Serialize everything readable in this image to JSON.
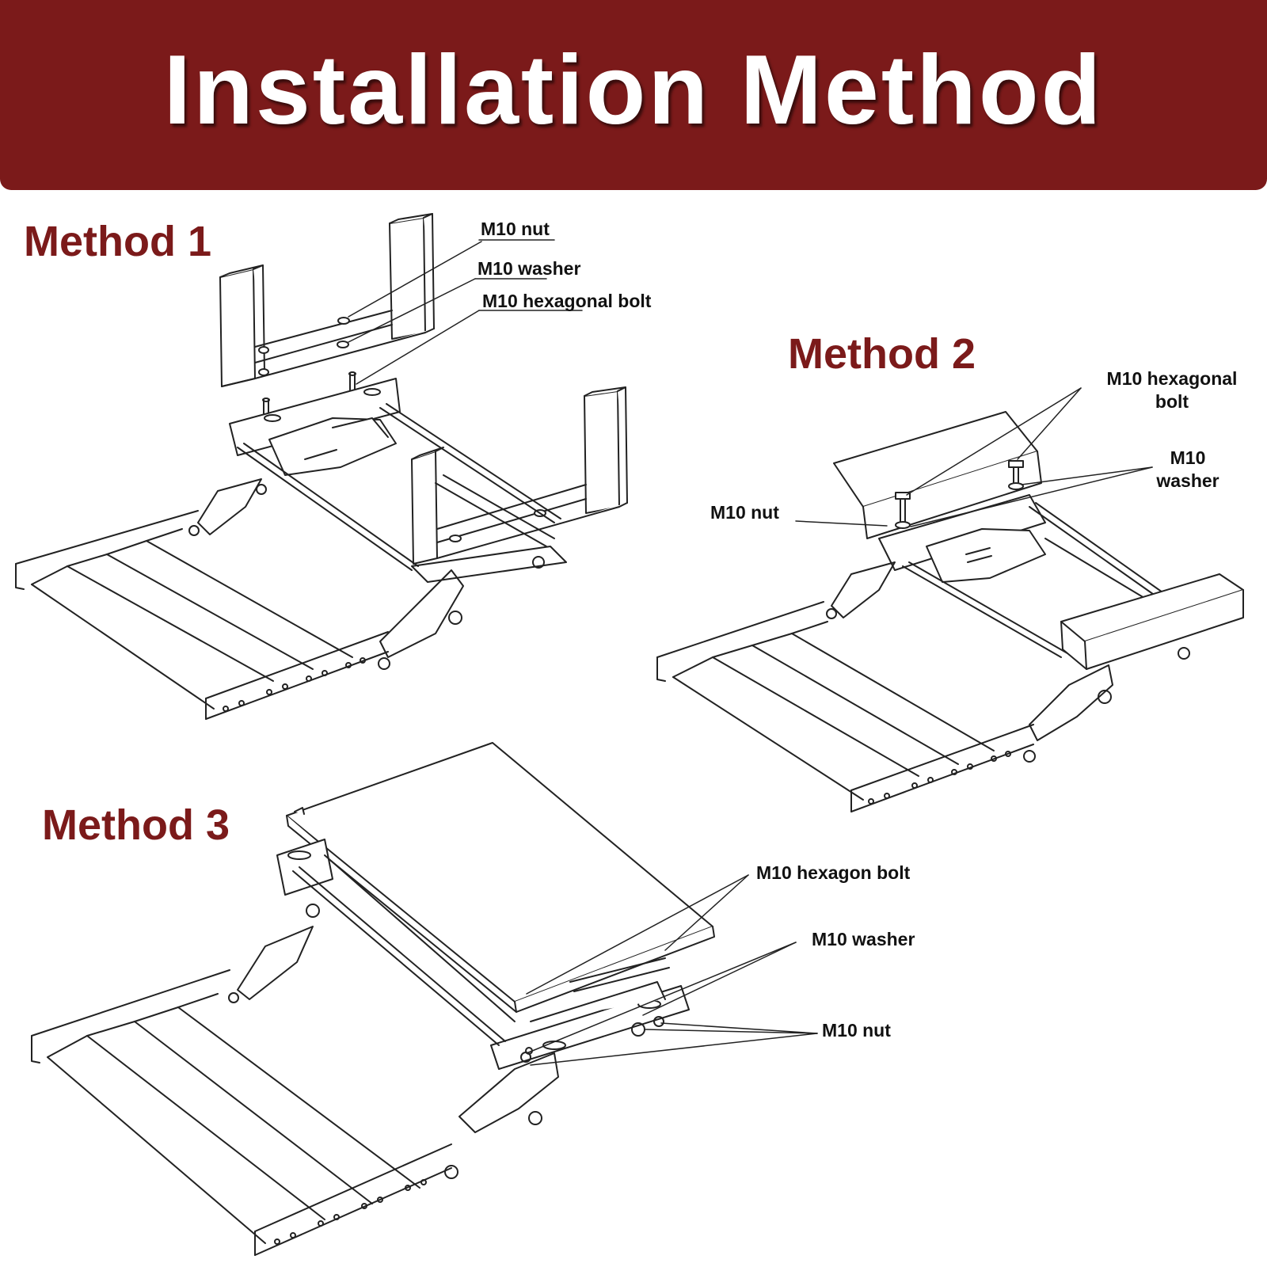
{
  "header": {
    "title": "Installation Method"
  },
  "colors": {
    "banner": "#7b1a1a",
    "method_title": "#7b1a1a",
    "line_art": "#222222"
  },
  "method1": {
    "title": "Method 1",
    "labels": {
      "nut": "M10 nut",
      "washer": "M10 washer",
      "bolt": "M10 hexagonal bolt"
    }
  },
  "method2": {
    "title": "Method 2",
    "labels": {
      "bolt_line1": "M10 hexagonal",
      "bolt_line2": "bolt",
      "washer_line1": "M10",
      "washer_line2": "washer",
      "nut": "M10 nut"
    }
  },
  "method3": {
    "title": "Method 3",
    "labels": {
      "bolt": "M10 hexagon bolt",
      "washer": "M10 washer",
      "nut": "M10 nut"
    }
  }
}
